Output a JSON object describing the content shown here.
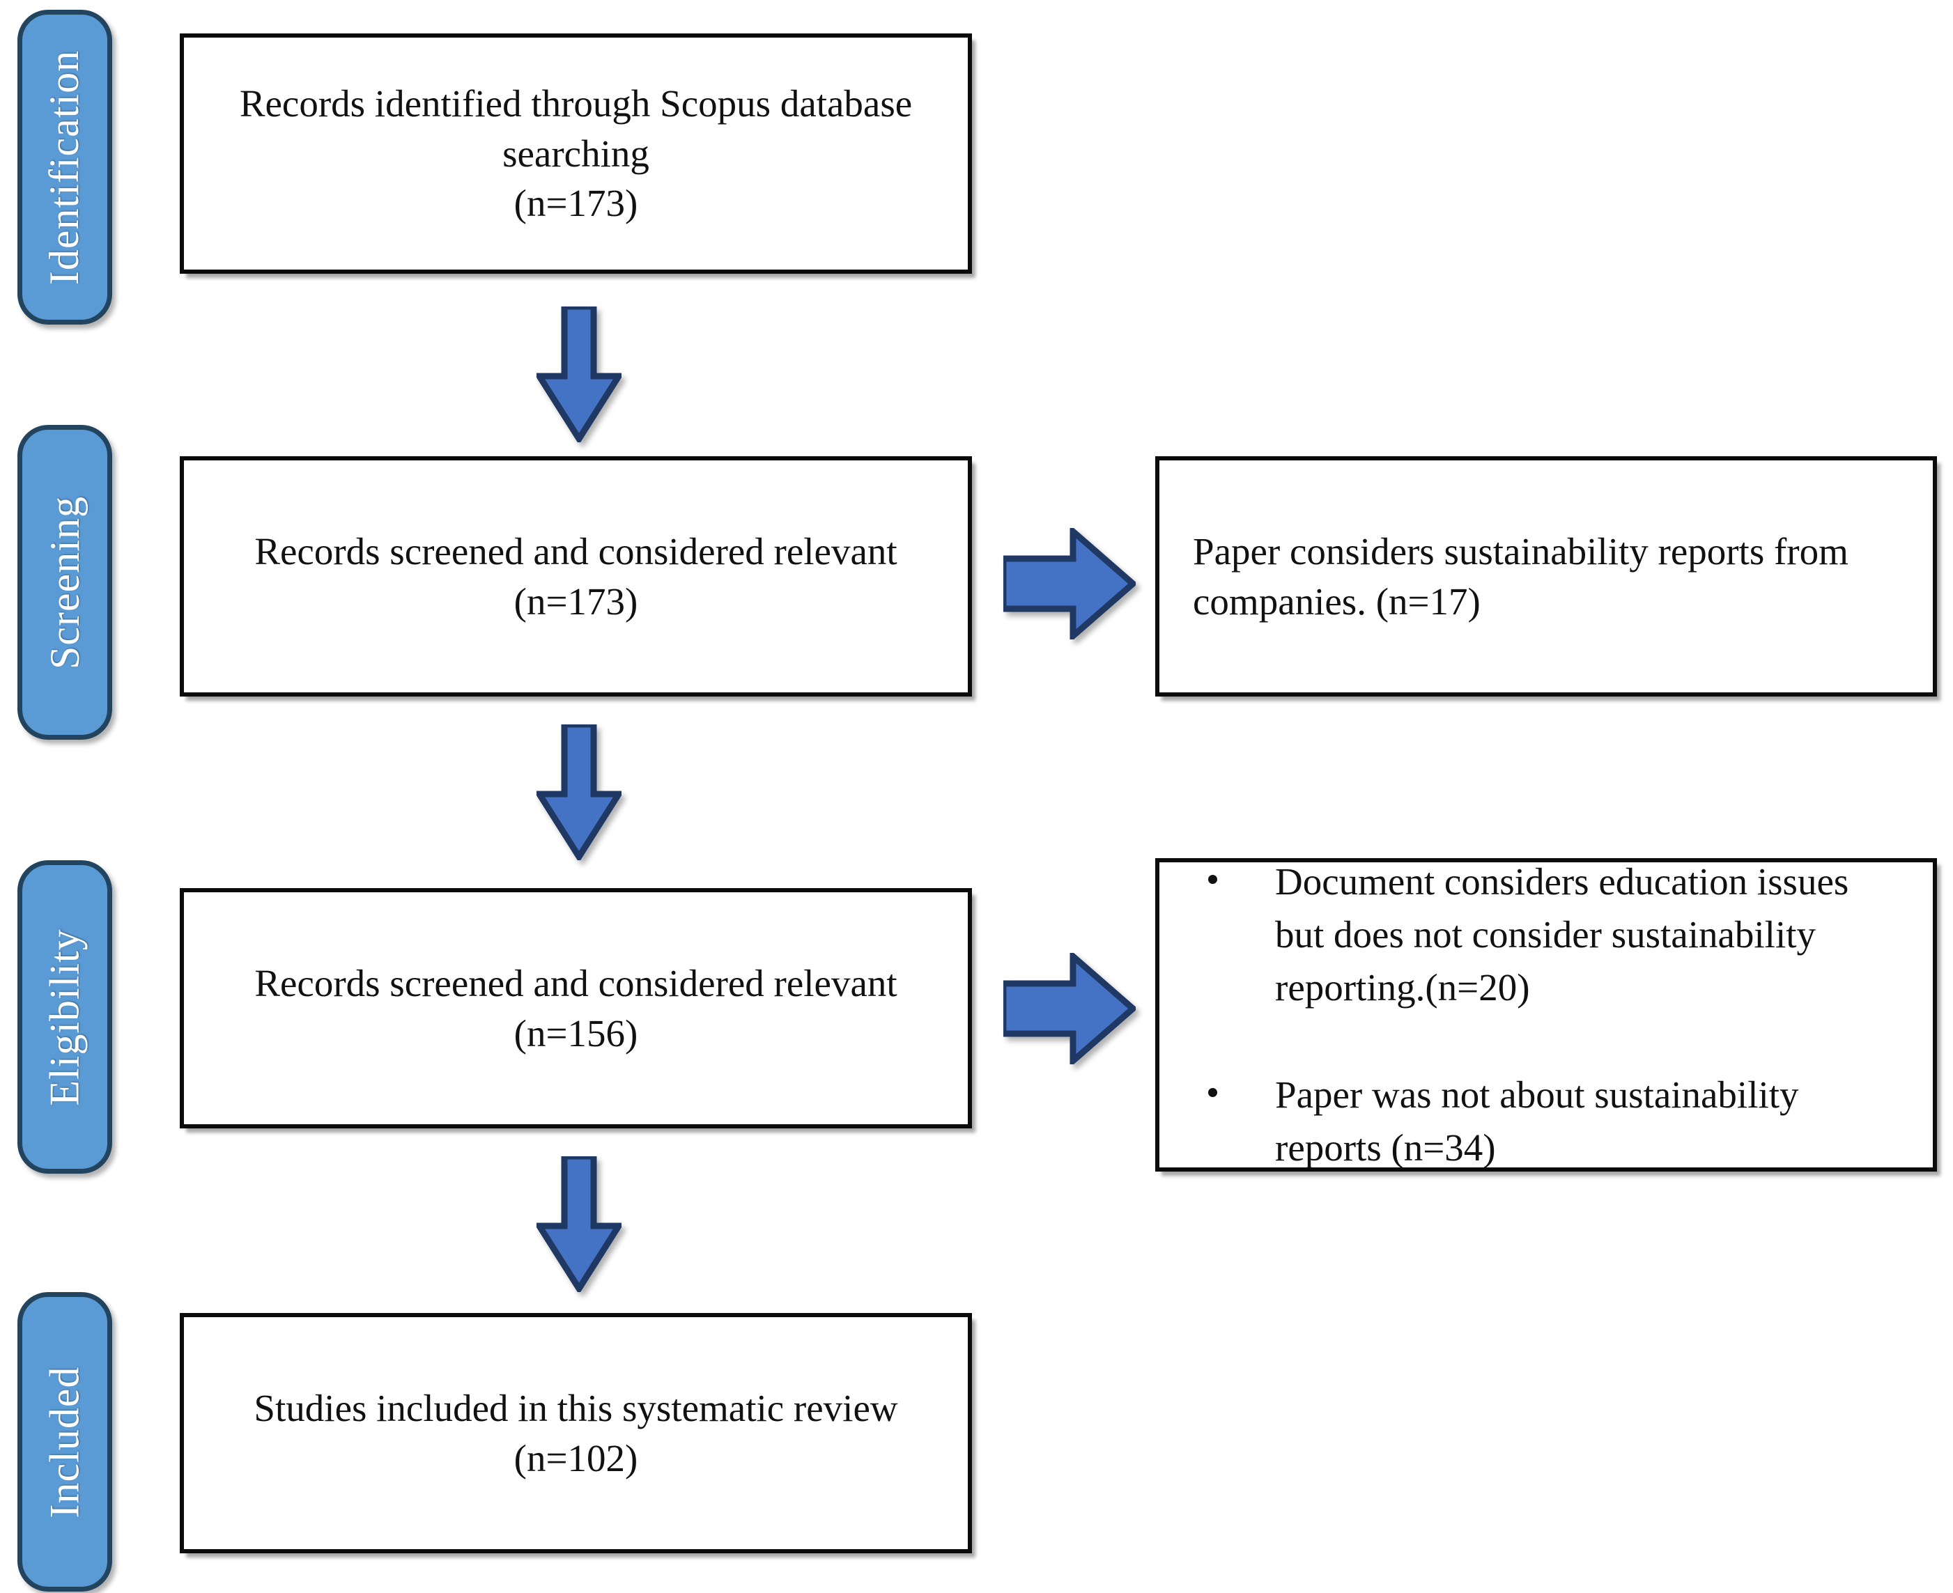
{
  "diagram": {
    "title": "PRISMA systematic review flow diagram",
    "colors": {
      "stage_fill": "#5B9BD5",
      "stage_border": "#23445E",
      "arrow_fill": "#4472C4",
      "arrow_border": "#1F3864",
      "box_border": "#0B0B0B",
      "box_fill": "#FFFFFF",
      "text": "#111111"
    },
    "stages": [
      {
        "id": "identification",
        "label": "Identification"
      },
      {
        "id": "screening",
        "label": "Screening"
      },
      {
        "id": "eligibility",
        "label": "Eligibility"
      },
      {
        "id": "included",
        "label": "Included"
      }
    ],
    "boxes": {
      "identified": {
        "line1": "Records identified through Scopus database",
        "line2": "searching",
        "line3": "(n=173)",
        "count": "173"
      },
      "screened": {
        "line1": "Records screened and considered relevant",
        "line2": "(n=173)",
        "count": "173"
      },
      "screening_excluded": {
        "line1": "Paper considers sustainability reports from",
        "line2": "companies. (n=17)",
        "count": "17"
      },
      "eligible": {
        "line1": "Records screened and considered relevant",
        "line2": "(n=156)",
        "count": "156"
      },
      "eligibility_excluded": {
        "bullets": [
          "Document considers education issues but does not consider sustainability reporting.(n=20)",
          "Paper was not about sustainability reports (n=34)"
        ],
        "counts": [
          "20",
          "34"
        ]
      },
      "included": {
        "line1": "Studies included in this systematic review",
        "line2": "(n=102)",
        "count": "102"
      }
    },
    "arrows": [
      {
        "id": "identified-to-screened",
        "direction": "down"
      },
      {
        "id": "screened-to-excluded-1",
        "direction": "right"
      },
      {
        "id": "screened-to-eligible",
        "direction": "down"
      },
      {
        "id": "eligible-to-excluded-2",
        "direction": "right"
      },
      {
        "id": "eligible-to-included",
        "direction": "down"
      }
    ]
  }
}
